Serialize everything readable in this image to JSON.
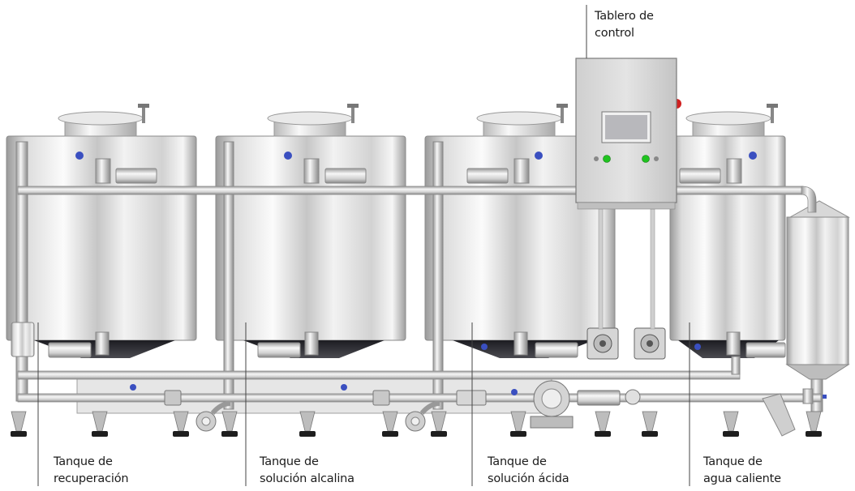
{
  "labels": {
    "control_panel": "Tablero de\ncontrol",
    "recovery_tank": "Tanque de\nrecuperación",
    "alkaline_tank": "Tanque de\nsolución alcalina",
    "acid_tank": "Tanque de\nsolución ácida",
    "hot_water_tank": "Tanque de\nagua caliente"
  },
  "colors": {
    "steel_light": "#f4f4f4",
    "steel_mid": "#c9c9c9",
    "steel_dark": "#8d8d8d",
    "cone_dark": "#2f2f33",
    "panel_gray": "#d8d8d8",
    "screen": "#b8b8bc",
    "indicator_green": "#1fc31f",
    "valve_blue": "#3a4fc0",
    "valve_red": "#d02020",
    "leader_line": "#444444"
  }
}
